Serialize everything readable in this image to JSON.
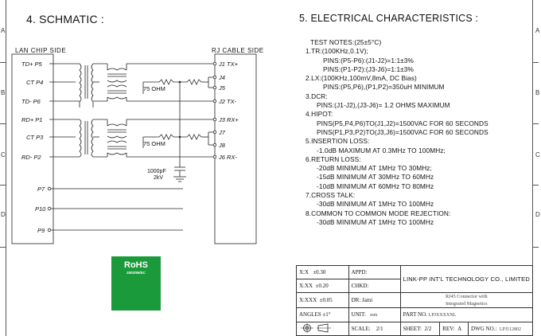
{
  "row_marks": [
    "A",
    "B",
    "C",
    "D"
  ],
  "schematic": {
    "title": "4. SCHMATIC :",
    "left_side_label": "LAN CHIP SIDE",
    "right_side_label": "RJ CABLE SIDE",
    "left_pins": [
      {
        "label": "TD+ P5"
      },
      {
        "label": "CT P4"
      },
      {
        "label": "TD- P6"
      },
      {
        "label": "RD+ P1"
      },
      {
        "label": "CT P3"
      },
      {
        "label": "RD- P2"
      },
      {
        "label": "P7"
      },
      {
        "label": "P10"
      },
      {
        "label": "P9"
      }
    ],
    "right_pins": [
      {
        "label": "J1 TX+"
      },
      {
        "label": "J4"
      },
      {
        "label": "J5"
      },
      {
        "label": "J2 TX-"
      },
      {
        "label": "J3 RX+"
      },
      {
        "label": "J7"
      },
      {
        "label": "J8"
      },
      {
        "label": "J6 RX-"
      }
    ],
    "resistor_label_1": "75 OHM",
    "resistor_label_2": "75 OHM",
    "capacitor_label_1": "1000pF",
    "capacitor_label_2": "2kV"
  },
  "electrical": {
    "title": "5. ELECTRICAL CHARACTERISTICS :",
    "lines": [
      {
        "indent": 1,
        "text": "TEST NOTES:(25±5°C)"
      },
      {
        "indent": 0,
        "text": "1.TR:(100KHz,0.1V);"
      },
      {
        "indent": 2,
        "text": "PINS:(P5-P6):(J1-J2)=1:1±3%"
      },
      {
        "indent": 2,
        "text": "PINS:(P1-P2):(J3-J6)=1:1±3%"
      },
      {
        "indent": 0,
        "text": "2.LX:(100KHz,100mV,8mA, DC Bias)"
      },
      {
        "indent": 2,
        "text": "PINS:(P5,P6),(P1,P2)=350uH MINIMUM"
      },
      {
        "indent": 0,
        "text": "3.DCR:"
      },
      {
        "indent": 1,
        "text": "PINS:(J1-J2),(J3-J6)= 1.2 OHMS MAXIMUM"
      },
      {
        "indent": 0,
        "text": "4.HIPOT:"
      },
      {
        "indent": 1,
        "text": "PINS(P5,P4,P6)TO(J1,J2)=1500VAC FOR 60 SECONDS"
      },
      {
        "indent": 1,
        "text": "PINS(P1,P3,P2)TO(J3,J6)=1500VAC FOR 60 SECONDS"
      },
      {
        "indent": 0,
        "text": "5.INSERTION LOSS:"
      },
      {
        "indent": 1,
        "text": "-1.0dB MAXIMUM AT 0.3MHz TO 100MHz;"
      },
      {
        "indent": 0,
        "text": "6.RETURN LOSS:"
      },
      {
        "indent": 1,
        "text": "-20dB MINIMUM AT 1MHz TO 30MHz;"
      },
      {
        "indent": 1,
        "text": "-15dB MINIMUM AT 30MHz TO 60MHz"
      },
      {
        "indent": 1,
        "text": "-10dB MINIMUM AT 60MHz TO 80MHz"
      },
      {
        "indent": 0,
        "text": "7.CROSS TALK:"
      },
      {
        "indent": 1,
        "text": "-30dB MINIMUM AT 1MHz TO 100MHz"
      },
      {
        "indent": 0,
        "text": "8.COMMON TO COMMON MODE REJECTION:"
      },
      {
        "indent": 1,
        "text": "-30dB MINIMUM AT 1MHz TO 100MHz"
      }
    ]
  },
  "rohs": {
    "title": "RoHS",
    "subtitle": "2002/95/EC",
    "color": "#1a9a3a"
  },
  "title_block": {
    "tol_1_label": "X:X",
    "tol_1_value": "±0.30",
    "tol_2_label": "X:XX",
    "tol_2_value": "±0.20",
    "tol_3_label": "X:XXX",
    "tol_3_value": "±0.05",
    "angles": "ANGLES ±1°",
    "appd": "APPD:",
    "chkd": "CHKD:",
    "dr": "DR: Jami",
    "unit_label": "UNIT:",
    "unit_value": "mm",
    "company": "LINK-PP INT'L TECHNOLOGY CO., LIMITED",
    "description_1": "RJ45 Connector with",
    "description_2": "Integrated Magnetics",
    "part_no_label": "PART NO.",
    "part_no_value": "LPJXXXXNL",
    "scale_label": "SCALE:",
    "scale_value": "2/1",
    "sheet_label": "SHEET:",
    "sheet_value": "2/2",
    "rev_label": "REV:",
    "rev_value": "A",
    "dwg_label": "DWG NO.:",
    "dwg_value": "LPJ112802"
  }
}
